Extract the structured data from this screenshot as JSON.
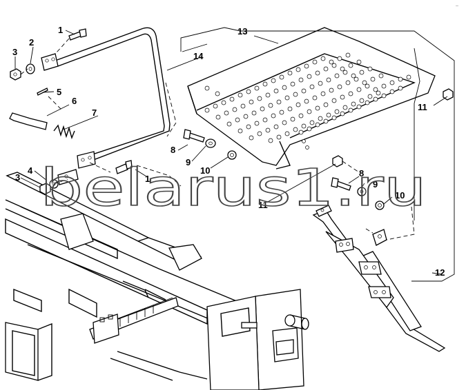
{
  "watermark": "belarus1.ru",
  "corner_tag": "—",
  "callouts": {
    "c1a": "1",
    "c2": "2",
    "c3a": "3",
    "c5": "5",
    "c6": "6",
    "c7": "7",
    "c14": "14",
    "c13": "13",
    "c11a": "11",
    "c8a": "8",
    "c9a": "9",
    "c10a": "10",
    "c4": "4",
    "c3b": "3",
    "c1b": "1",
    "c11b": "11",
    "c8b": "8",
    "c9b": "9",
    "c10b": "10",
    "c12": "12"
  }
}
